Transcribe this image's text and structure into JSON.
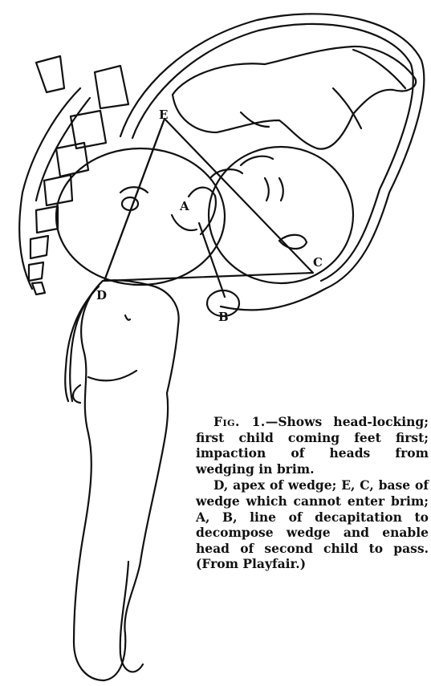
{
  "figure": {
    "point_labels": {
      "A": "A",
      "B": "B",
      "C": "C",
      "D": "D",
      "E": "E"
    }
  },
  "caption": {
    "fig_label": "Fig. 1.",
    "paragraph1": "—Shows head-locking; first child coming feet first; impaction of heads from wedging in brim.",
    "paragraph2": "D, apex of wedge; E, C, base of wedge which cannot enter brim; A, B, line of decapitation to decompose wedge and enable head of second child to pass. (From Playfair.)"
  },
  "colors": {
    "ink": "#111111",
    "paper": "#ffffff"
  }
}
